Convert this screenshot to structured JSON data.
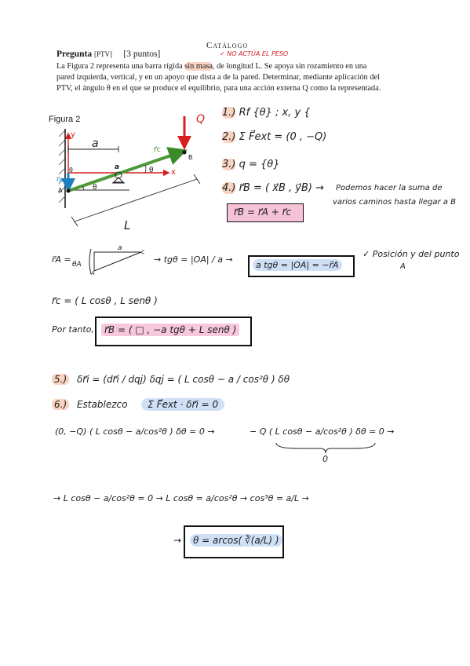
{
  "header": {
    "catalog_title": "Catálogo",
    "red_note": "✓ NO ACTÚA EL PESO",
    "question_label": "Pregunta",
    "question_tag": "[PTV]",
    "points": "[3 puntos]",
    "line1_a": "La Figura 2 representa una barra rígida ",
    "line1_hl": "sin masa",
    "line1_b": ", de longitud L. Se apoya sin rozamiento en una",
    "line2": "pared izquierda, vertical, y en un apoyo que dista a de la pared. Determinar, mediante aplicación del",
    "line3": "PTV, el ángulo θ en el que se produce el equilibrio, para una acción externa Q como la representada."
  },
  "figure": {
    "title": "Figura 2",
    "label_a_top": "a",
    "label_a_mid": "a",
    "label_L": "L",
    "label_x": "x",
    "label_y": "y",
    "label_theta_top": "θ",
    "label_theta_mid": "θ",
    "label_theta_left": "θ",
    "label_A": "A",
    "label_B": "B",
    "label_Q": "Q",
    "label_rc": "r⃗c",
    "label_ra": "r⃗a"
  },
  "steps": {
    "s1_num": "1.)",
    "s1": "Rf {θ} ; x, y {",
    "s2_num": "2.)",
    "s2": "Σ F⃗ext = (0 , −Q)",
    "s3_num": "3.)",
    "s3": "q = {θ}",
    "s4_num": "4.)",
    "s4": "r⃗B = ( x⃗B , y⃗B) →",
    "s4_note1": "Podemos hacer la suma de",
    "s4_note2": "varios caminos hasta llegar a B",
    "s4_boxed": "r⃗B = r⃗A + r⃗c"
  },
  "derivation": {
    "ra_lhs": "r⃗A =",
    "tri_top": "a",
    "tri_left": "θA",
    "tri_c": "c",
    "tri_a": "A",
    "tg": "→  tgθ = |OA| / a  →",
    "boxed_atg": "a tgθ = |OA| = −r⃗A",
    "pos_note1": "✓ Posición y del punto",
    "pos_note2": "A",
    "rc_line": "r⃗c = ( L cosθ , L senθ )",
    "por_tanto": "Por tanto,",
    "rb_final": "r⃗B = ( □ ,  −a tgθ + L senθ )"
  },
  "part5": {
    "num": "5.)",
    "text": "δr⃗i = (dr⃗i / dqj) δqj = ( L cosθ − a / cos²θ ) δθ"
  },
  "part6": {
    "num": "6.)",
    "label": "Establezco",
    "eq": "Σ F⃗ext · δr⃗i = 0"
  },
  "equations": {
    "line1_left": "(0, −Q) ( L cosθ − a/cos²θ ) δθ = 0   →",
    "line1_right": "− Q ( L cosθ − a/cos²θ ) δθ = 0   →",
    "brace_zero": "0",
    "line2": "→   L cosθ − a/cos²θ = 0   →   L cosθ = a/cos²θ   →   cos³θ = a/L   →",
    "final": "θ = arcos( ∛(a/L) )"
  }
}
